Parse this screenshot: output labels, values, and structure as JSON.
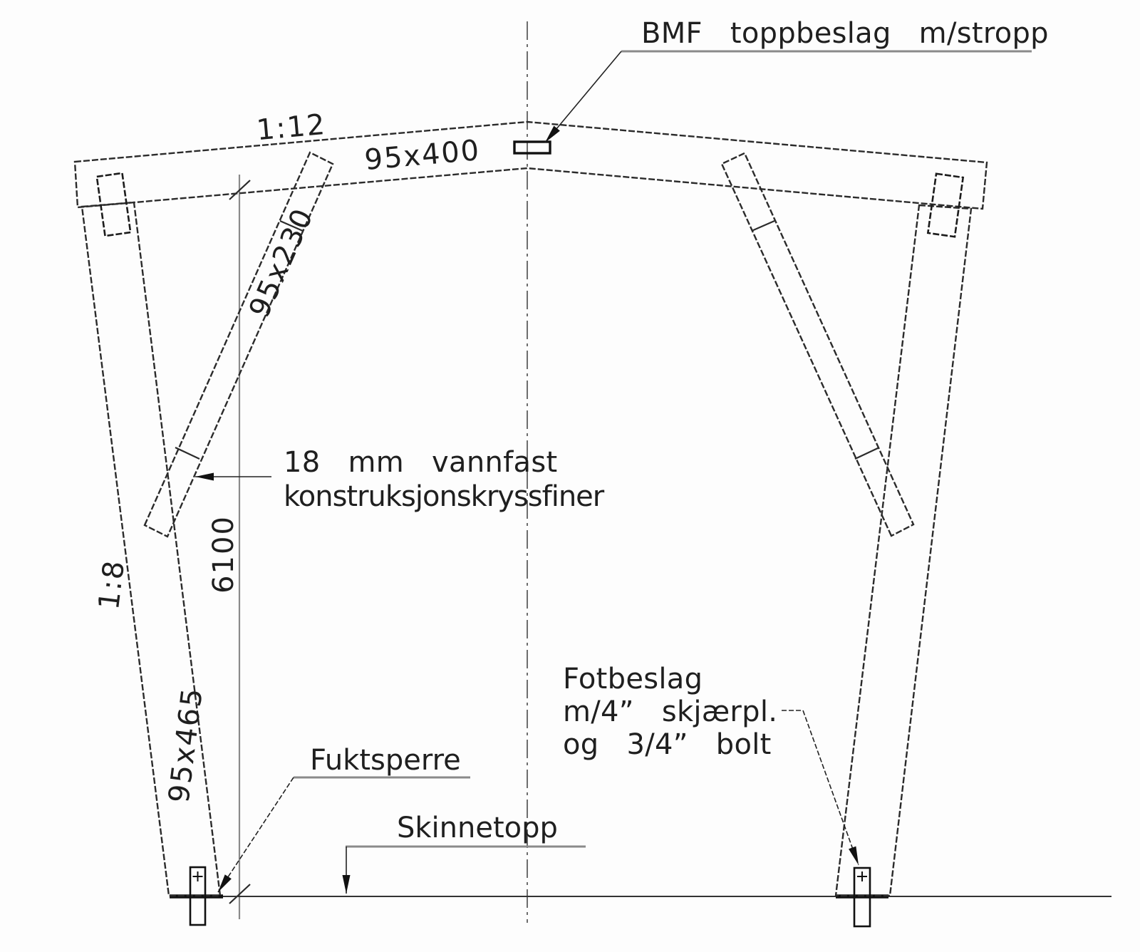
{
  "drawing": {
    "title_label": "BMF toppbeslag m/stropp",
    "roof_slope": "1:12",
    "beam_size": "95x400",
    "brace_size": "95x230",
    "height_dimension": "6100",
    "column_slope": "1:8",
    "column_size": "95x465",
    "plywood_note_line1": "18 mm vannfast",
    "plywood_note_line2": "konstruksjonskryssfiner",
    "moisture_barrier_label": "Fuktsperre",
    "rail_top_label": "Skinnetopp",
    "foot_fitting_line1": "Fotbeslag",
    "foot_fitting_line2": "m/4” skjærpl.",
    "foot_fitting_line3": "og 3/4” bolt",
    "colors": {
      "line": "#2b2b2b",
      "reference": "#8a8a8a",
      "text": "#1f1f1f",
      "background": "#ffffff"
    }
  }
}
